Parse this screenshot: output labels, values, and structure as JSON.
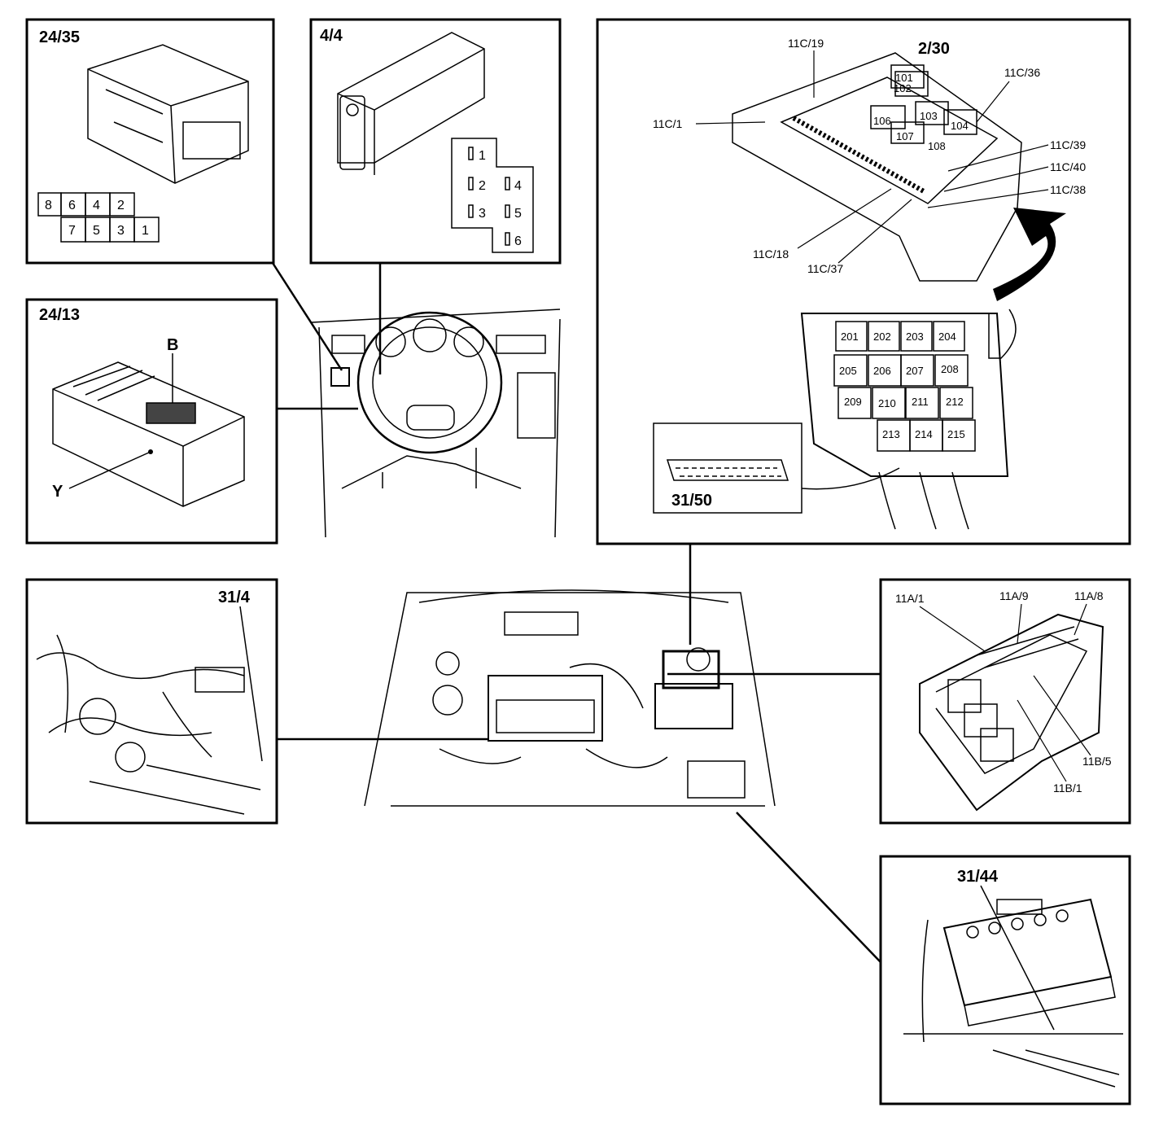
{
  "panels": {
    "p2435": {
      "title": "24/35",
      "pins_top": [
        "8",
        "6",
        "4",
        "2"
      ],
      "pins_bottom": [
        "7",
        "5",
        "3",
        "1"
      ]
    },
    "p44": {
      "title": "4/4",
      "pins": [
        "1",
        "2",
        "3",
        "4",
        "5",
        "6"
      ]
    },
    "p2413": {
      "title": "24/13",
      "label_b": "B",
      "label_y": "Y"
    },
    "p230": {
      "title": "2/30",
      "fuses_top": [
        "101",
        "102",
        "103",
        "104",
        "106",
        "107",
        "108"
      ],
      "callouts": [
        "11C/19",
        "11C/36",
        "11C/1",
        "11C/39",
        "11C/40",
        "11C/38",
        "11C/18",
        "11C/37"
      ],
      "relays": [
        "201",
        "202",
        "203",
        "204",
        "205",
        "206",
        "207",
        "208",
        "209",
        "210",
        "211",
        "212",
        "213",
        "214",
        "215"
      ],
      "inset_title": "31/50"
    },
    "p314": {
      "title": "31/4"
    },
    "p11a": {
      "callouts": [
        "11A/1",
        "11A/9",
        "11A/8",
        "11B/5",
        "11B/1"
      ]
    },
    "p3144": {
      "title": "31/44"
    }
  }
}
